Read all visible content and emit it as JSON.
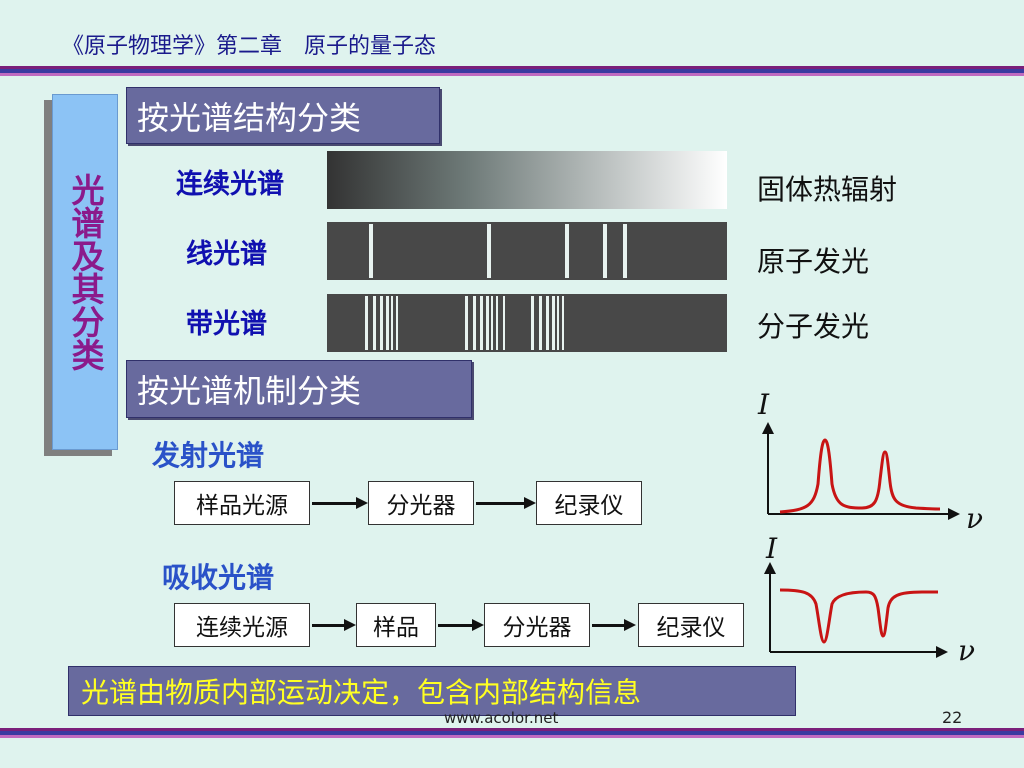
{
  "header": {
    "title": "《原子物理学》第二章　原子的量子态"
  },
  "side": {
    "vertical_title": "光谱及其分类"
  },
  "structure": {
    "heading": "按光谱结构分类",
    "rows": [
      {
        "label": "连续光谱",
        "source": "固体热辐射"
      },
      {
        "label": "线光谱",
        "source": "原子发光"
      },
      {
        "label": "带光谱",
        "source": "分子发光"
      }
    ]
  },
  "mechanism": {
    "heading": "按光谱机制分类",
    "emission": {
      "title": "发射光谱",
      "steps": [
        "样品光源",
        "分光器",
        "纪录仪"
      ]
    },
    "absorption": {
      "title": "吸收光谱",
      "steps": [
        "连续光源",
        "样品",
        "分光器",
        "纪录仪"
      ]
    }
  },
  "plots": {
    "y_symbol": "I",
    "x_symbol": "ν",
    "curve_color": "#c81414"
  },
  "summary": "光谱由物质内部运动决定，包含内部结构信息",
  "footer": {
    "site": "www.acolor.net",
    "page": "22"
  }
}
